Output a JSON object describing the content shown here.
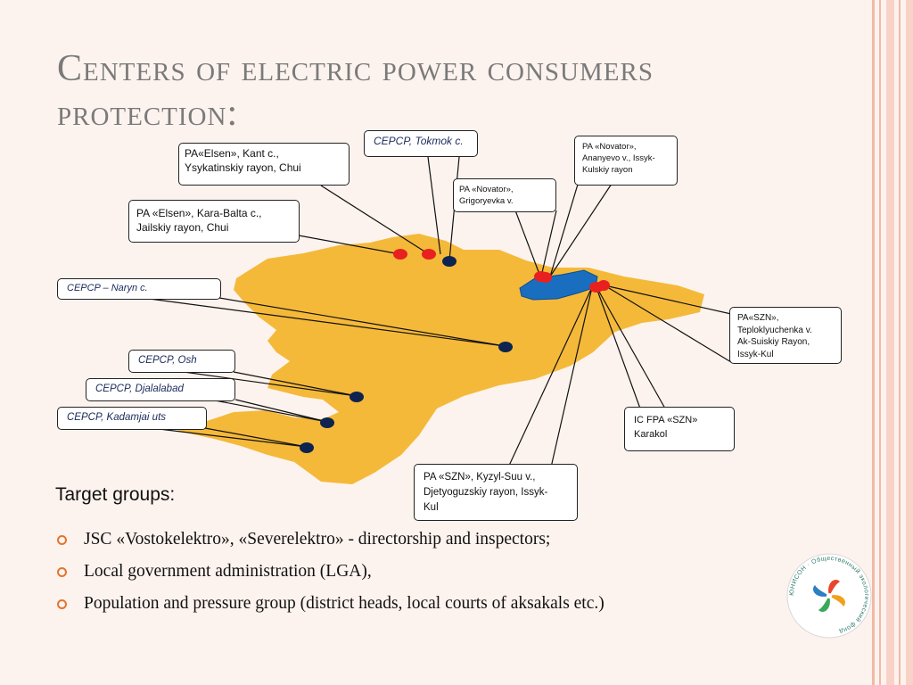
{
  "slide": {
    "title": "Centers of electric power consumers protection:",
    "colors": {
      "background": "#fdf3ee",
      "map_fill": "#f5b93a",
      "lake": "#1a6ec0",
      "pa_marker": "#e82020",
      "cepcp_marker": "#0d2350",
      "stripe_accent": "#f3b8a6"
    }
  },
  "map": {
    "region": "Kyrgyzstan",
    "lake": "Issyk-Kul",
    "callouts": [
      {
        "id": "elsen-kant",
        "text": [
          "PA«Elsen», Kant c.,",
          "Ysykatinskiy rayon, Chui"
        ],
        "marker": "pa"
      },
      {
        "id": "elsen-kara-balta",
        "text": [
          "PA «Elsen», Kara-Balta c.,",
          "Jailskiy rayon, Chui"
        ],
        "marker": "pa"
      },
      {
        "id": "cepcp-tokmok",
        "text": [
          "CEPCP, Tokmok c."
        ],
        "marker": "cepcp",
        "italic": true
      },
      {
        "id": "novator-grigoryevka",
        "text": [
          "PA «Novator»,",
          "Grigoryevka v."
        ],
        "marker": "pa"
      },
      {
        "id": "novator-ananyevo",
        "text": [
          "PA «Novator»,",
          "Ananyevo v., Issyk-",
          "Kulskiy rayon"
        ],
        "marker": "pa"
      },
      {
        "id": "cepcp-naryn",
        "text": [
          "CEPCP – Naryn c."
        ],
        "marker": "cepcp",
        "italic": true
      },
      {
        "id": "cepcp-osh",
        "text": [
          "CEPCP, Osh"
        ],
        "marker": "cepcp",
        "italic": true
      },
      {
        "id": "cepcp-djalalabad",
        "text": [
          "CEPCP, Djalalabad"
        ],
        "marker": "cepcp",
        "italic": true
      },
      {
        "id": "cepcp-kadamjai",
        "text": [
          "CEPCP, Kadamjai uts"
        ],
        "marker": "cepcp",
        "italic": true
      },
      {
        "id": "szn-teploklyuchenka",
        "text": [
          "PA«SZN»,",
          "Teploklyuchenka v.",
          "Ak-Suiskiy Rayon,",
          "Issyk-Kul"
        ],
        "marker": "pa"
      },
      {
        "id": "szn-karakol",
        "text": [
          "IC FPA «SZN»",
          "Karakol"
        ],
        "marker": "pa"
      },
      {
        "id": "szn-kyzyl-suu",
        "text": [
          "PA «SZN», Kyzyl-Suu v.,",
          "Djetyoguzskiy rayon, Issyk-",
          "Kul"
        ],
        "marker": "pa"
      }
    ]
  },
  "target_groups": {
    "heading": "Target groups:",
    "items": [
      "JSC «Vostokelektro», «Severelektro» - directorship and  inspectors;",
      "Local government administration (LGA),",
      "Population and pressure group (district heads, local courts of aksakals etc.)"
    ]
  },
  "logo": {
    "ring_text": "ЮНИСОН · Общественный экологический фонд",
    "icon": "pinwheel-logo-icon"
  }
}
